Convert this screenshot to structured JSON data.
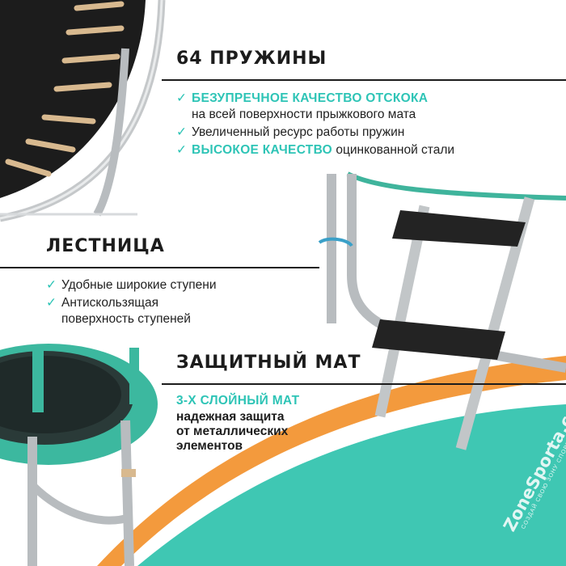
{
  "colors": {
    "accent": "#2ec4b6",
    "heading": "#1c1c1c",
    "orange": "#f39a3d",
    "mat_green": "#3cb89f",
    "steel": "#b8bcbf"
  },
  "springs": {
    "heading": "64 ПРУЖИНЫ",
    "lines": [
      {
        "accent": "БЕЗУПРЕЧНОЕ КАЧЕСТВО ОТСКОКА",
        "text": ""
      },
      {
        "accent": "",
        "text": "на всей поверхности прыжкового мата"
      },
      {
        "accent": "",
        "text": "Увеличенный ресурс работы пружин"
      },
      {
        "accent": "ВЫСОКОЕ КАЧЕСТВО",
        "text": "оцинкованной стали"
      }
    ]
  },
  "ladder": {
    "heading": "ЛЕСТНИЦА",
    "lines": [
      "Удобные широкие ступени",
      "Антискользящая",
      "поверхность ступеней"
    ]
  },
  "mat": {
    "heading": "ЗАЩИТНЫЙ МАТ",
    "accent": "3-Х СЛОЙНЫЙ МАТ",
    "lines": [
      "надежная защита",
      "от металлических",
      "элементов"
    ]
  },
  "watermark": {
    "brand": "ZoneSporta.com",
    "slogan": "СОЗДАЙ СВОЮ ЗОНУ СПОРТА"
  },
  "icons": [
    "check-icon"
  ]
}
